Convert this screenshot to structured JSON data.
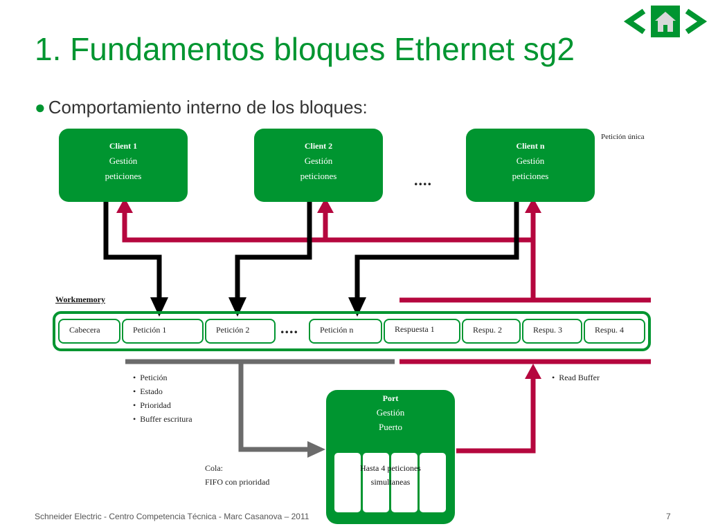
{
  "slide": {
    "title": "1. Fundamentos bloques Ethernet sg2",
    "subtitle": "Comportamiento interno de los bloques:",
    "footer": "Schneider Electric  - Centro Competencia Técnica - Marc Casanova – 2011",
    "page_number": "7"
  },
  "nav": {
    "prev_icon": "chevron-left-icon",
    "home_icon": "home-icon",
    "next_icon": "chevron-right-icon"
  },
  "clients": [
    {
      "name": "Client 1",
      "line1": "Gestión",
      "line2": "peticiones"
    },
    {
      "name": "Client 2",
      "line1": "Gestión",
      "line2": "peticiones"
    },
    {
      "name": "Client n",
      "line1": "Gestión",
      "line2": "peticiones"
    }
  ],
  "ellipsis": "....",
  "peticion_unica": "Petición única",
  "workmemory": {
    "label": "Workmemory",
    "cells": [
      "Cabecera",
      "Petición  1",
      "Petición  2",
      "Petición  n",
      "Respuesta  1",
      "Respu.  2",
      "Respu.  3",
      "Respu.  4"
    ]
  },
  "bullets_left": [
    "Petición",
    "Estado",
    "Prioridad",
    "Buffer  escritura"
  ],
  "bullets_right": [
    "Read  Buffer"
  ],
  "port": {
    "name": "Port",
    "line1": "Gestión",
    "line2": "Puerto",
    "slots_text_1": "Hasta 4 peticiones",
    "slots_text_2": "simultaneas"
  },
  "cola": {
    "line1": "Cola:",
    "line2": "FIFO  con  prioridad"
  },
  "colors": {
    "green": "#009530",
    "crimson": "#b5073e",
    "black": "#000000",
    "gray": "#6b6b6b"
  }
}
